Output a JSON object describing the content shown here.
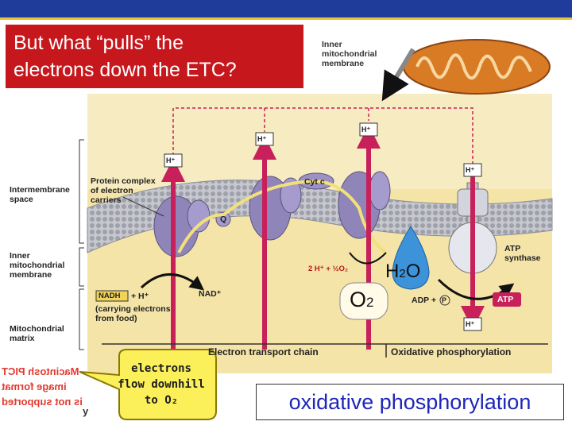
{
  "title": {
    "line1": "But what “pulls” the",
    "line2": "electrons down the ETC?"
  },
  "labels": {
    "inner_membrane_top": [
      "Inner",
      "mitochondrial",
      "membrane"
    ],
    "protein_complex": [
      "Protein complex",
      "of electron",
      "carriers"
    ],
    "intermembrane": [
      "Intermembrane",
      "space"
    ],
    "inner_membrane_left": [
      "Inner",
      "mitochondrial",
      "membrane"
    ],
    "matrix": [
      "Mitochondrial",
      "matrix"
    ],
    "cyt_c": "Cyt c",
    "q": "Q",
    "h_plus": "H⁺",
    "nadh": "NADH",
    "nadh_rest": "+ H⁺",
    "nad_plus": "NAD⁺",
    "carrying": [
      "(carrying electrons",
      "from food)"
    ],
    "two_h": "2 H⁺ + ½O₂",
    "atp_synthase": [
      "ATP",
      "synthase"
    ],
    "adp": "ADP + ",
    "pi": "P",
    "atp": "ATP",
    "etc_label": "Electron transport chain",
    "oxphos_label": "Oxidative phosphorylation",
    "water_h": "H",
    "water_sub": "2",
    "water_o": "O",
    "oxygen_o": "O",
    "oxygen_sub": "2"
  },
  "callout": {
    "line1": "electrons",
    "line2": "flow downhill",
    "line3": "to O₂"
  },
  "footer": {
    "process": "oxidative phosphorylation"
  },
  "placeholder_text": {
    "line1": "Macintosh PICT",
    "line2": "image format",
    "line3": "is not supported",
    "stray": "y"
  },
  "colors": {
    "header": "#1f3c9a",
    "title_bg": "#c6171c",
    "accent_blue": "#1e27b8",
    "proton_arrow": "#c7205a"
  }
}
